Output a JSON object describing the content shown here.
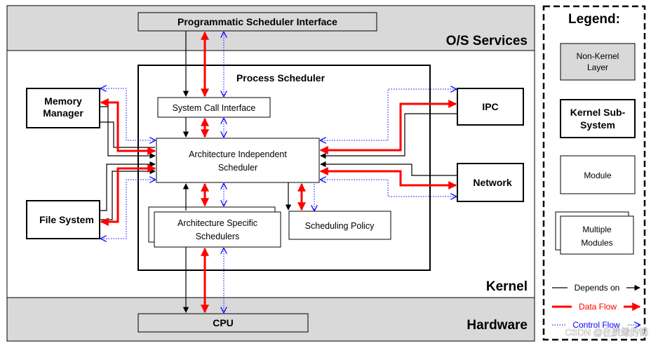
{
  "layers": {
    "os_services": "O/S Services",
    "kernel": "Kernel",
    "hardware": "Hardware"
  },
  "boxes": {
    "programmatic_interface": "Programmatic Scheduler Interface",
    "process_scheduler": "Process Scheduler",
    "system_call_interface": "System Call Interface",
    "arch_independent_line1": "Architecture Independent",
    "arch_independent_line2": "Scheduler",
    "arch_specific_line1": "Architecture Specific",
    "arch_specific_line2": "Schedulers",
    "scheduling_policy": "Scheduling Policy",
    "memory_manager_line1": "Memory",
    "memory_manager_line2": "Manager",
    "file_system": "File System",
    "ipc": "IPC",
    "network": "Network",
    "cpu": "CPU"
  },
  "legend": {
    "title": "Legend:",
    "non_kernel_line1": "Non-Kernel",
    "non_kernel_line2": "Layer",
    "kernel_sub_line1": "Kernel Sub-",
    "kernel_sub_line2": "System",
    "module": "Module",
    "multiple_line1": "Multiple",
    "multiple_line2": "Modules",
    "depends_on": "Depends on",
    "data_flow": "Data Flow",
    "control_flow": "Control Flow"
  },
  "watermark": "CSDN @在腴鳅的锦",
  "colors": {
    "layer_fill": "#d9d9d9",
    "data_flow": "#ff0000",
    "control_flow": "#0000ff",
    "depends_on": "#000000"
  }
}
